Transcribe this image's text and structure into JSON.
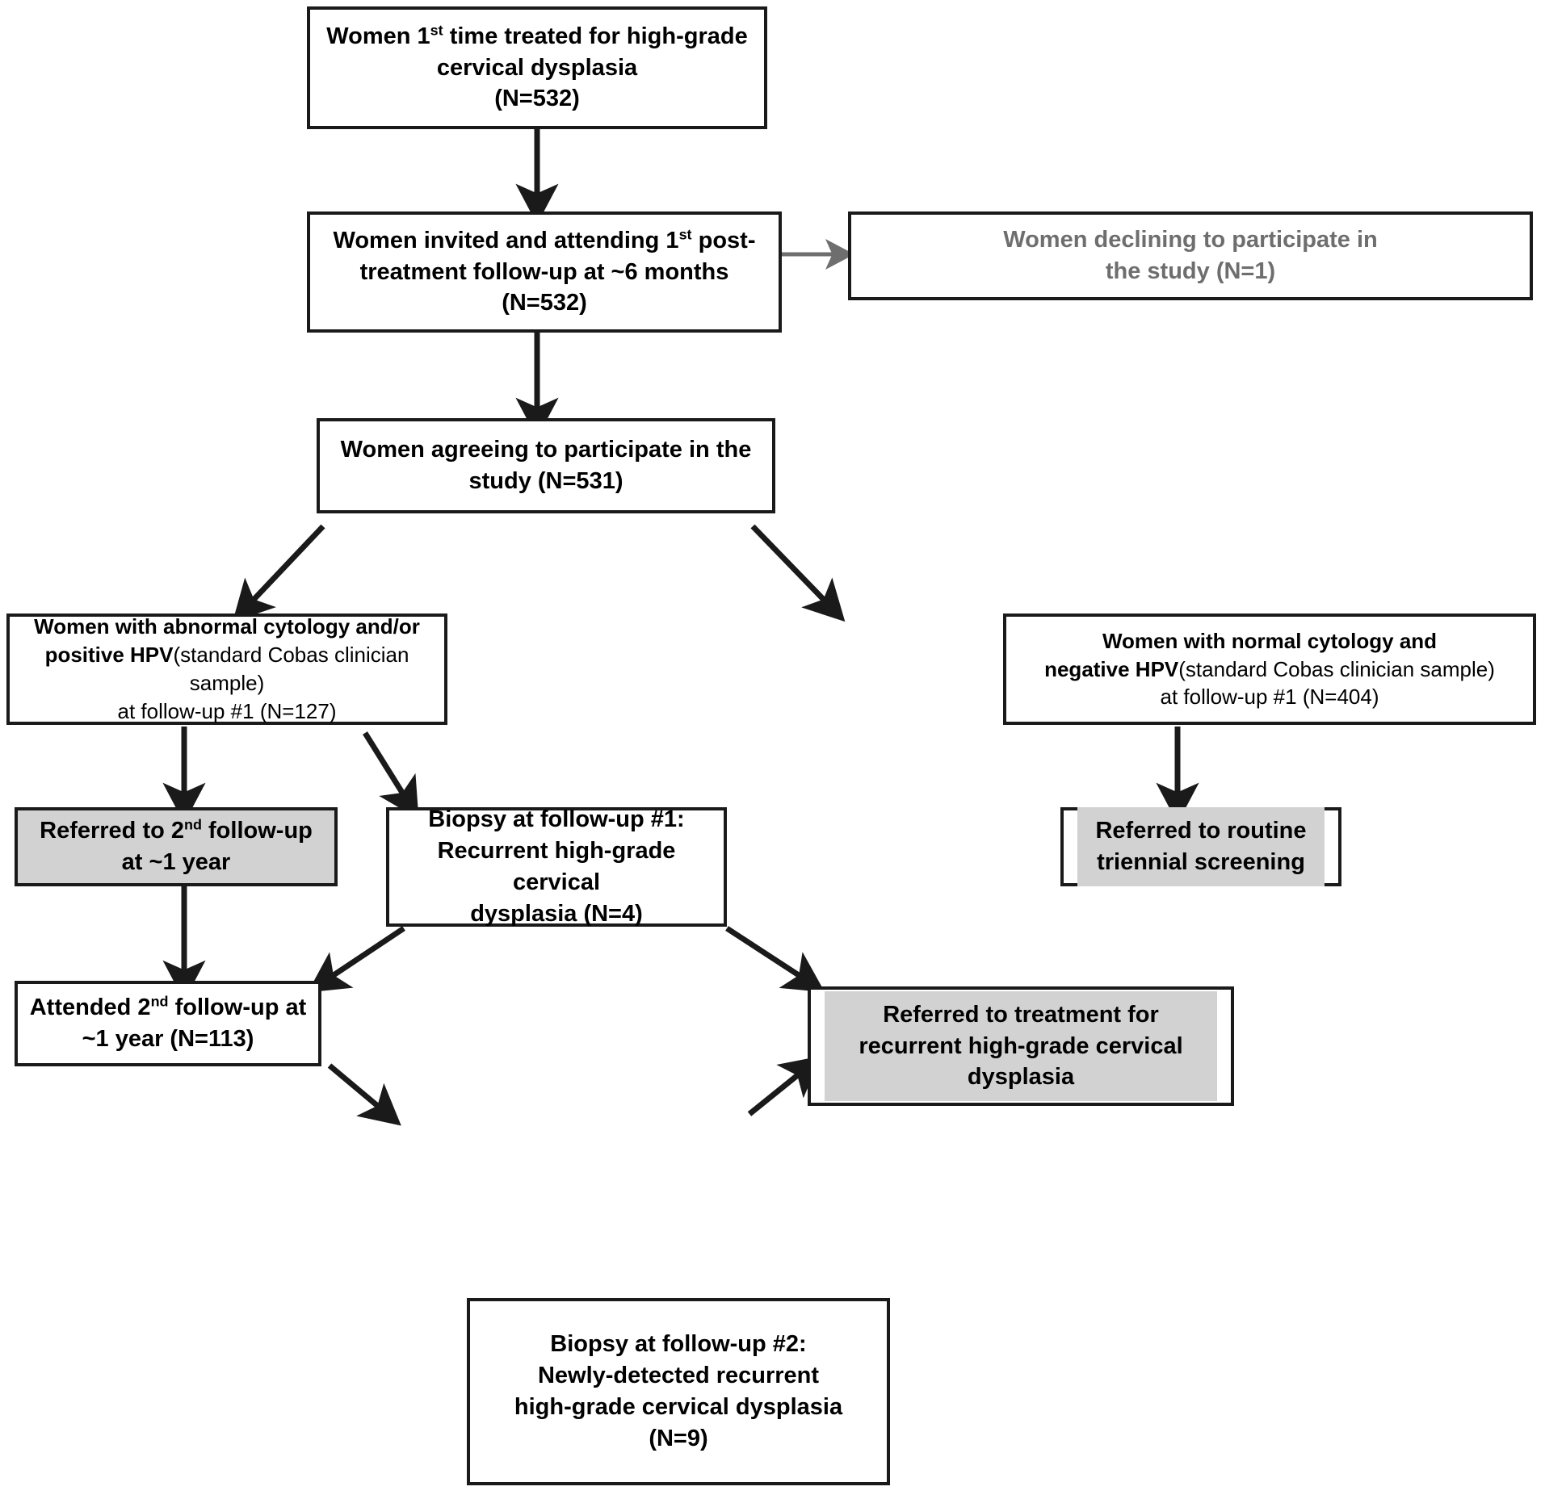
{
  "diagram": {
    "title": "Study flow diagram of women treated for high-grade cervical dysplasia",
    "colors": {
      "box_border": "#1a1a1a",
      "box_fill": "#ffffff",
      "highlight_fill": "#d2d2d2",
      "muted_text": "#6e6e6e",
      "arrow": "#1a1a1a",
      "muted_arrow": "#6e6e6e"
    },
    "nodes": {
      "treated": {
        "line1_pre": "Women 1",
        "line1_sup": "st",
        "line1_post": " time treated for high-grade",
        "line2": "cervical dysplasia",
        "line3": "(N=532)"
      },
      "invited": {
        "line1_pre": "Women invited and attending 1",
        "line1_sup": "st",
        "line1_post": " post-",
        "line2": "treatment follow-up at ~6 months",
        "line3": "(N=532)"
      },
      "declining": {
        "line1": "Women declining to participate in",
        "line2": "the study (N=1)"
      },
      "agreeing": {
        "line1": "Women agreeing to participate in the",
        "line2": "study (N=531)"
      },
      "abnormal": {
        "line1": "Women with abnormal cytology and/or",
        "line2_bold": "positive HPV",
        "line2_reg": "(standard Cobas clinician sample)",
        "line3": "at follow-up #1 (N=127)"
      },
      "normal": {
        "line1": "Women with normal cytology and",
        "line2_bold": "negative HPV",
        "line2_reg": "(standard Cobas clinician sample)",
        "line3": "at follow-up #1 (N=404)"
      },
      "referred_second": {
        "line1_pre": "Referred to 2",
        "line1_sup": "nd",
        "line1_post": " follow-up",
        "line2": "at ~1 year"
      },
      "biopsy1": {
        "line1": "Biopsy at follow-up #1:",
        "line2": "Recurrent high-grade cervical",
        "line3": "dysplasia (N=4)"
      },
      "routine": {
        "line1": "Referred to routine",
        "line2": "triennial screening"
      },
      "attended_second": {
        "line1_pre": "Attended 2",
        "line1_sup": "nd",
        "line1_post": " follow-up at",
        "line2": "~1 year (N=113)"
      },
      "treatment": {
        "line1": "Referred to treatment for",
        "line2": "recurrent high-grade cervical",
        "line3": "dysplasia"
      },
      "biopsy2": {
        "line1": "Biopsy at follow-up #2:",
        "line2": "Newly-detected recurrent",
        "line3": "high-grade cervical dysplasia",
        "line4": "(N=9)"
      }
    }
  }
}
